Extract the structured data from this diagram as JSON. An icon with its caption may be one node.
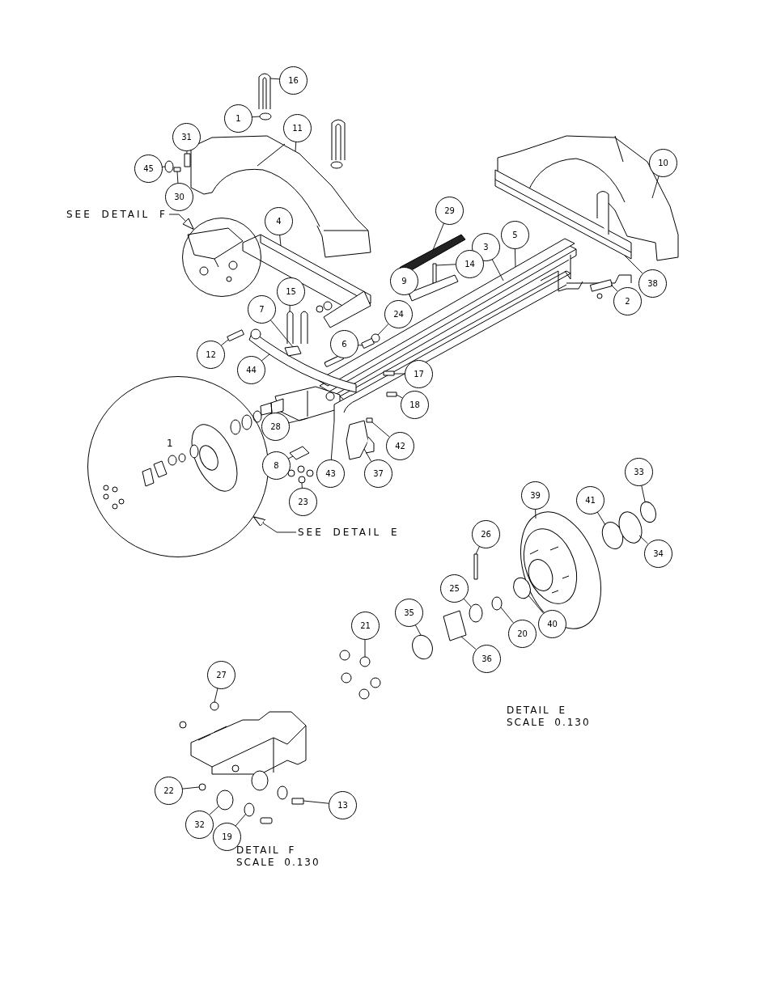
{
  "diagram": {
    "nodes": [
      {
        "text": [
          "16"
        ]
      },
      {
        "text": [
          "1"
        ]
      },
      {
        "text": [
          "11"
        ]
      },
      {
        "text": [
          "31"
        ]
      },
      {
        "text": [
          "45"
        ]
      },
      {
        "text": [
          "10"
        ]
      },
      {
        "text": [
          "30"
        ]
      },
      {
        "text": [
          "29"
        ]
      },
      {
        "text": [
          "SEE DETAIL F"
        ]
      },
      {
        "text": [],
        "shape": "circle"
      },
      {
        "text": [
          "4"
        ]
      },
      {
        "text": [
          "5"
        ]
      },
      {
        "text": [
          "3"
        ]
      },
      {
        "text": [
          "14"
        ]
      },
      {
        "text": [
          "9"
        ]
      },
      {
        "text": [
          "38"
        ]
      },
      {
        "text": [
          "2"
        ]
      },
      {
        "text": [
          "15"
        ]
      },
      {
        "text": [
          "7"
        ]
      },
      {
        "text": [
          "24"
        ]
      },
      {
        "text": [
          "6"
        ]
      },
      {
        "text": [
          "12"
        ]
      },
      {
        "text": [
          "44"
        ]
      },
      {
        "text": [
          "17"
        ]
      },
      {
        "text": [],
        "shape": "circle"
      },
      {
        "text": [
          "18"
        ]
      },
      {
        "text": [
          "28"
        ]
      },
      {
        "text": [
          "42"
        ]
      },
      {
        "text": [
          "8"
        ]
      },
      {
        "text": [
          "43"
        ]
      },
      {
        "text": [
          "37"
        ]
      },
      {
        "text": [
          "23"
        ]
      },
      {
        "text": [
          "33"
        ]
      },
      {
        "text": [
          "39"
        ]
      },
      {
        "text": [
          "41"
        ]
      },
      {
        "text": [
          "SEE DETAIL E"
        ]
      },
      {
        "text": [
          "26"
        ]
      },
      {
        "text": [
          "34"
        ]
      },
      {
        "text": [
          "25"
        ]
      },
      {
        "text": [
          "40"
        ]
      },
      {
        "text": [
          "35"
        ]
      },
      {
        "text": [
          "21"
        ]
      },
      {
        "text": [
          "20"
        ]
      },
      {
        "text": [
          "36"
        ]
      },
      {
        "text": [
          "27"
        ]
      },
      {
        "text": [
          "22"
        ]
      },
      {
        "text": [
          "13"
        ]
      },
      {
        "text": [
          "32"
        ]
      },
      {
        "text": [
          "19"
        ]
      },
      {
        "text": [],
        "shape": "picture"
      },
      {
        "text": [],
        "shape": "circle"
      },
      {
        "text": [],
        "shape": "box"
      },
      {
        "text": [],
        "shape": "circle"
      },
      {
        "text": [],
        "shape": "box"
      },
      {
        "text": [],
        "shape": "box"
      },
      {
        "text": [],
        "shape": "box"
      },
      {
        "text": [],
        "shape": "box"
      },
      {
        "text": [],
        "shape": "picture"
      },
      {
        "text": [],
        "shape": "box"
      },
      {
        "text": [],
        "shape": "circle"
      },
      {
        "text": [],
        "shape": "box"
      },
      {
        "text": [],
        "shape": "box"
      },
      {
        "text": [],
        "shape": "box"
      },
      {
        "text": [],
        "shape": "box"
      },
      {
        "text": [],
        "shape": "box"
      },
      {
        "text": [],
        "shape": "box"
      },
      {
        "text": [],
        "shape": "picture"
      },
      {
        "text": [],
        "shape": "picture"
      },
      {
        "text": [],
        "shape": "picture"
      },
      {
        "text": [],
        "shape": "circle"
      },
      {
        "text": [],
        "shape": "circle"
      },
      {
        "text": [],
        "shape": "box"
      },
      {
        "text": [],
        "shape": "circle"
      },
      {
        "text": [],
        "shape": "circle"
      },
      {
        "text": [],
        "shape": "circle"
      },
      {
        "text": [],
        "shape": "circle"
      },
      {
        "text": [],
        "shape": "picture"
      },
      {
        "text": [],
        "shape": "circle"
      },
      {
        "text": [],
        "shape": "box"
      },
      {
        "text": [],
        "shape": "circle"
      },
      {
        "text": [],
        "shape": "circle"
      },
      {
        "text": [],
        "shape": "box"
      },
      {
        "text": [],
        "shape": "circle"
      },
      {
        "text": [],
        "shape": "circle"
      }
    ],
    "edges": [
      {
        "from": 0,
        "to": 49,
        "arrow": "none"
      },
      {
        "from": 1,
        "to": 50,
        "arrow": "none"
      },
      {
        "from": 2,
        "to": null,
        "arrow": "none"
      },
      {
        "from": 3,
        "to": 51,
        "arrow": "none"
      },
      {
        "from": 4,
        "to": 52,
        "arrow": "none"
      },
      {
        "from": 5,
        "to": null,
        "arrow": "none"
      },
      {
        "from": 6,
        "to": 53,
        "arrow": "none"
      },
      {
        "from": 7,
        "to": null,
        "arrow": "none"
      },
      {
        "from": 8,
        "to": 9,
        "arrow": "to"
      },
      {
        "from": 10,
        "to": null,
        "arrow": "none"
      },
      {
        "from": 11,
        "to": null,
        "arrow": "none"
      },
      {
        "from": 12,
        "to": null,
        "arrow": "none"
      },
      {
        "from": 13,
        "to": 54,
        "arrow": "none"
      },
      {
        "from": 14,
        "to": 55,
        "arrow": "none"
      },
      {
        "from": 15,
        "to": null,
        "arrow": "none"
      },
      {
        "from": 16,
        "to": 56,
        "arrow": "none"
      },
      {
        "from": 17,
        "to": 57,
        "arrow": "none"
      },
      {
        "from": 18,
        "to": 58,
        "arrow": "none"
      },
      {
        "from": 19,
        "to": 59,
        "arrow": "none"
      },
      {
        "from": 20,
        "to": 60,
        "arrow": "none"
      },
      {
        "from": 21,
        "to": 61,
        "arrow": "none"
      },
      {
        "from": 22,
        "to": null,
        "arrow": "none"
      },
      {
        "from": 23,
        "to": 62,
        "arrow": "none"
      },
      {
        "from": 25,
        "to": 63,
        "arrow": "none"
      },
      {
        "from": 26,
        "to": null,
        "arrow": "none"
      },
      {
        "from": 27,
        "to": 64,
        "arrow": "none"
      },
      {
        "from": 28,
        "to": 65,
        "arrow": "none"
      },
      {
        "from": 29,
        "to": 66,
        "arrow": "none"
      },
      {
        "from": 30,
        "to": 67,
        "arrow": "none"
      },
      {
        "from": 31,
        "to": 68,
        "arrow": "none"
      },
      {
        "from": 32,
        "to": 69,
        "arrow": "none"
      },
      {
        "from": 33,
        "to": null,
        "arrow": "none"
      },
      {
        "from": 34,
        "to": 70,
        "arrow": "none"
      },
      {
        "from": 35,
        "to": 24,
        "arrow": "to"
      },
      {
        "from": 36,
        "to": 71,
        "arrow": "none"
      },
      {
        "from": 37,
        "to": 72,
        "arrow": "none"
      },
      {
        "from": 38,
        "to": 73,
        "arrow": "none"
      },
      {
        "from": 39,
        "to": 74,
        "arrow": "none"
      },
      {
        "from": 40,
        "to": 75,
        "arrow": "none"
      },
      {
        "from": 41,
        "to": 76,
        "arrow": "none"
      },
      {
        "from": 42,
        "to": 77,
        "arrow": "none"
      },
      {
        "from": 43,
        "to": 78,
        "arrow": "none"
      },
      {
        "from": 44,
        "to": 79,
        "arrow": "none"
      },
      {
        "from": 45,
        "to": 80,
        "arrow": "none"
      },
      {
        "from": 46,
        "to": 81,
        "arrow": "none"
      },
      {
        "from": 47,
        "to": 82,
        "arrow": "none"
      },
      {
        "from": 48,
        "to": 83,
        "arrow": "none"
      }
    ],
    "labels": [
      "1",
      "DETAIL E",
      "SCALE 0.130",
      "DETAIL F",
      "SCALE 0.130"
    ]
  }
}
